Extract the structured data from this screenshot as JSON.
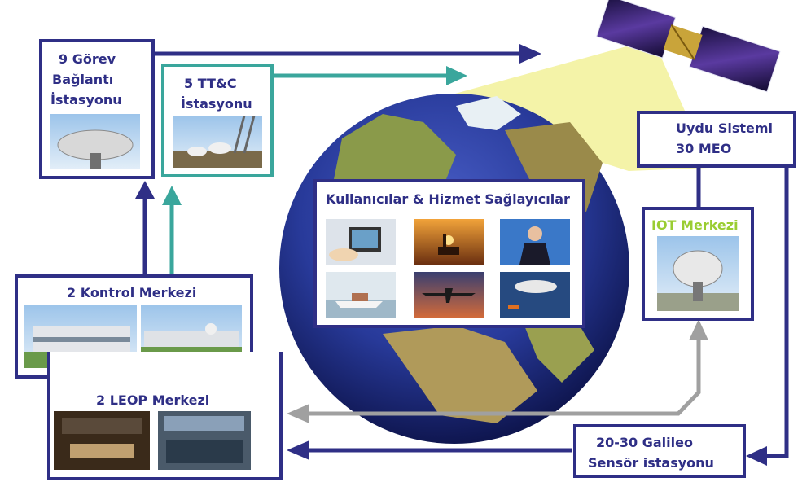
{
  "nodes": {
    "mission_uplink": {
      "line1": "9 Görev",
      "line2": "Bağlantı",
      "line3": "İstasyonu"
    },
    "ttc": {
      "line1": "5 TT&C",
      "line2": "İstasyonu"
    },
    "satellite_system": {
      "line1": "Uydu Sistemi",
      "line2": "30 MEO"
    },
    "iot_center": {
      "label": "IOT Merkezi"
    },
    "users": {
      "title": "Kullanıcılar & Hizmet Sağlayıcılar"
    },
    "control_center": {
      "label": "2 Kontrol Merkezi"
    },
    "leop_center": {
      "label": "2 LEOP Merkezi"
    },
    "sensor_station": {
      "line1": "20-30 Galileo",
      "line2": "Sensör istasyonu"
    }
  },
  "colors": {
    "navy": "#2f2f86",
    "teal": "#3aa69c",
    "gray": "#a0a0a0",
    "iot_label": "#9acd32",
    "satellite_beam": "#f4f3a8"
  }
}
